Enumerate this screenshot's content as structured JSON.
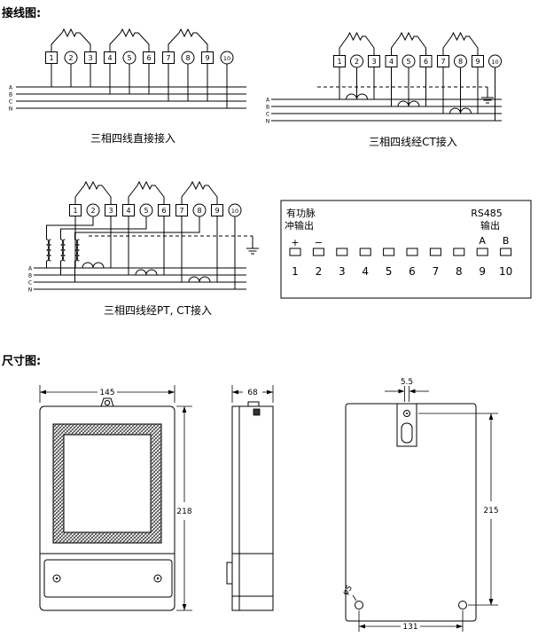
{
  "titles": {
    "wiring": "接线图:",
    "dimensions": "尺寸图:"
  },
  "wiring": {
    "terminals": [
      "1",
      "2",
      "3",
      "4",
      "5",
      "6",
      "7",
      "8",
      "9",
      "10"
    ],
    "phases": [
      "A",
      "B",
      "C",
      "N"
    ],
    "diagram1": {
      "caption": "三相四线直接接入"
    },
    "diagram2": {
      "caption": "三相四线经CT接入"
    },
    "diagram3": {
      "caption": "三相四线经PT, CT接入"
    }
  },
  "terminal_block": {
    "pulse_line1": "有功脉",
    "pulse_line2": "冲输出",
    "rs485_line1": "RS485",
    "rs485_line2": "输出",
    "polarity_plus": "+",
    "polarity_minus": "−",
    "rs485_a": "A",
    "rs485_b": "B",
    "numbers": [
      "1",
      "2",
      "3",
      "4",
      "5",
      "6",
      "7",
      "8",
      "9",
      "10"
    ]
  },
  "dims": {
    "front_width": "145",
    "front_height": "218",
    "side_width": "68",
    "back_slot": "5.5",
    "back_height": "215",
    "back_hole_spacing": "131",
    "hole_diameter": "φ5"
  }
}
